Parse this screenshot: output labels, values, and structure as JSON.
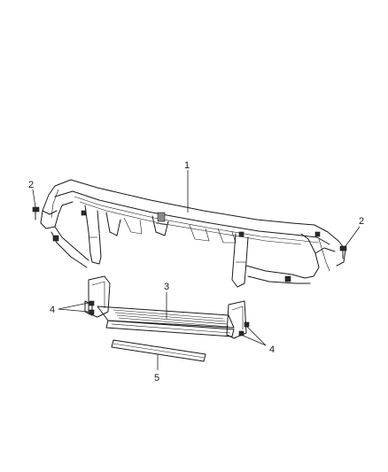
{
  "callouts": [
    {
      "id": "1",
      "label": "1"
    },
    {
      "id": "2a",
      "label": "2"
    },
    {
      "id": "2b",
      "label": "2"
    },
    {
      "id": "3",
      "label": "3"
    },
    {
      "id": "4a",
      "label": "4"
    },
    {
      "id": "4b",
      "label": "4"
    },
    {
      "id": "5",
      "label": "5"
    }
  ]
}
